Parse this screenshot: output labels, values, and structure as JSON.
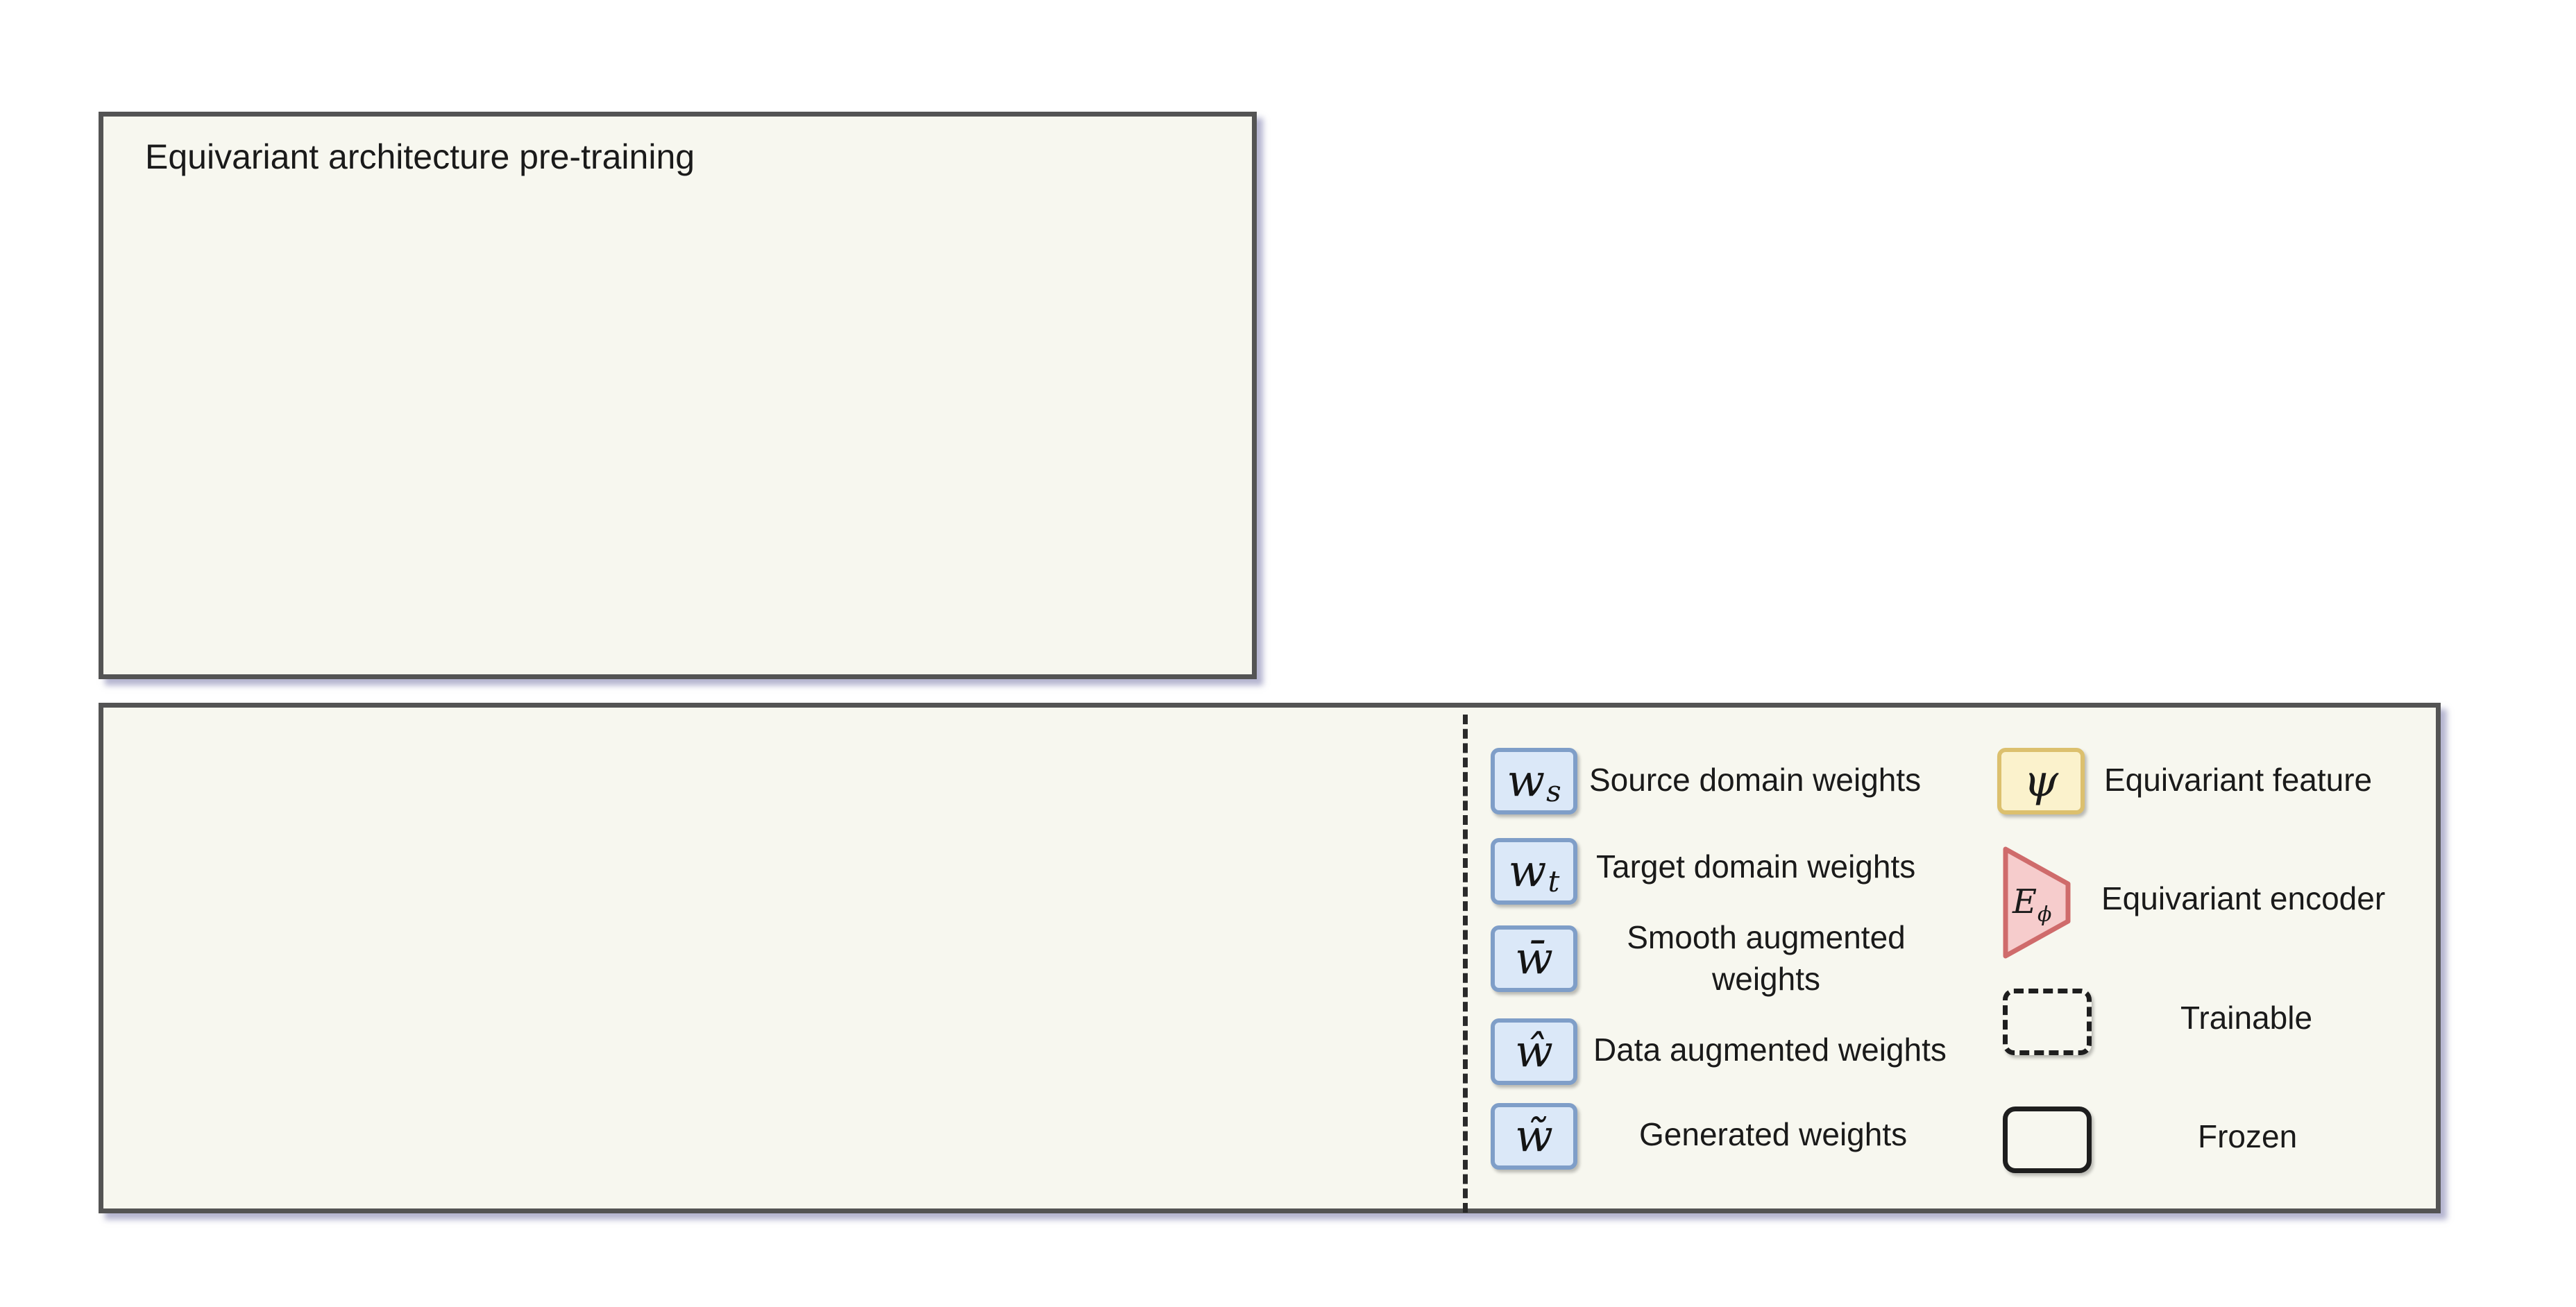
{
  "top_panel": {
    "title": "Equivariant architecture pre-training"
  },
  "legend": {
    "items": [
      {
        "symbol": "w",
        "sub": "s",
        "label": "Source domain weights"
      },
      {
        "symbol": "w",
        "sub": "t",
        "label": "Target domain weights"
      },
      {
        "symbol": "w̄",
        "label": "Smooth augmented weights"
      },
      {
        "symbol": "ŵ",
        "label": "Data augmented weights"
      },
      {
        "symbol": "w̃",
        "label": "Generated weights"
      }
    ],
    "feature": {
      "symbol": "ψ",
      "label": "Equivariant feature"
    },
    "encoder": {
      "symbol": "E",
      "sub": "ϕ",
      "label": "Equivariant encoder"
    },
    "trainable": {
      "label": "Trainable"
    },
    "frozen": {
      "label": "Frozen"
    }
  },
  "colors": {
    "panel_fill": "#f7f7ef",
    "panel_border": "#545454",
    "weight_fill": "#dbe8f8",
    "weight_border": "#7f9ec8",
    "feature_fill": "#fbf2cc",
    "feature_border": "#dcc06e",
    "encoder_fill": "#f6cccc",
    "encoder_border": "#cf6b6b"
  }
}
